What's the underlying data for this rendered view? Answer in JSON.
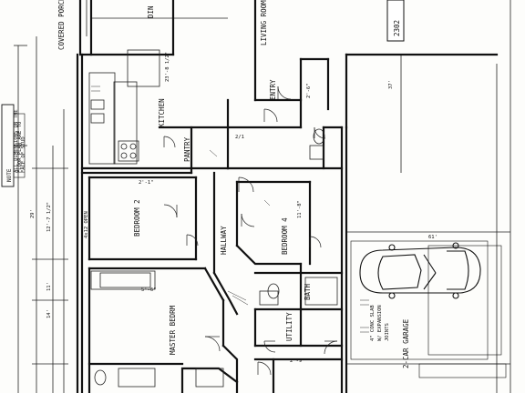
{
  "drawing": {
    "plan_number": "2302",
    "rooms": {
      "covered_porch": "COVERED PORCH",
      "dining": "DIN",
      "living_room": "LIVING ROOM",
      "kitchen": "KITCHEN",
      "pantry": "PANTRY",
      "entry": "ENTRY",
      "bedroom_2": "BEDROOM 2",
      "hallway": "HALLWAY",
      "bedroom_4": "BEDROOM 4",
      "bath": "BATH",
      "master_bedroom": "MASTER BEDRM",
      "utility": "UTILITY",
      "garage": "2-CAR GARAGE"
    },
    "dimensions": {
      "d_29": "29'",
      "d_23_8": "23'-8 1/2\"",
      "d_12_7": "12'-7 1/2\"",
      "d_14": "14'",
      "d_11": "11'",
      "d_61": "61'",
      "d_37": "37'",
      "d_5_6": "5'-6\"",
      "d_2_6": "2'-6\"",
      "d_2_1": "2'-1\"",
      "d_11_8": "11'-8\"",
      "d_2_9": "2'-9\""
    },
    "notes": {
      "note_tag": "NOTE",
      "note_text_1": "ALL DIMENSIONS ON THE",
      "note_text_2": "FLOOR PLAN ARE TO",
      "note_text_3": "FACE OF STUD",
      "garage_note_1": "4\" CONC SLAB",
      "garage_note_2": "W/ EXPANSION",
      "garage_note_3": "JOINTS",
      "room_note": "4x12 OPEN",
      "code_mark": "2/1"
    }
  }
}
